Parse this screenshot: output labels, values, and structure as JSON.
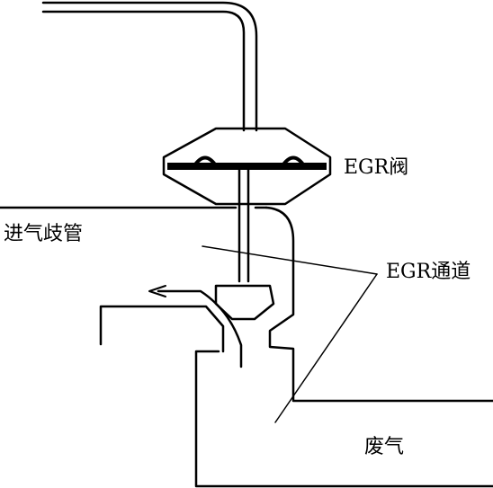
{
  "labels": {
    "egr_valve": "EGR阀",
    "intake_manifold": "进气歧管",
    "egr_passage": "EGR通道",
    "exhaust": "废气"
  },
  "colors": {
    "line": "#000000",
    "background": "#ffffff"
  }
}
